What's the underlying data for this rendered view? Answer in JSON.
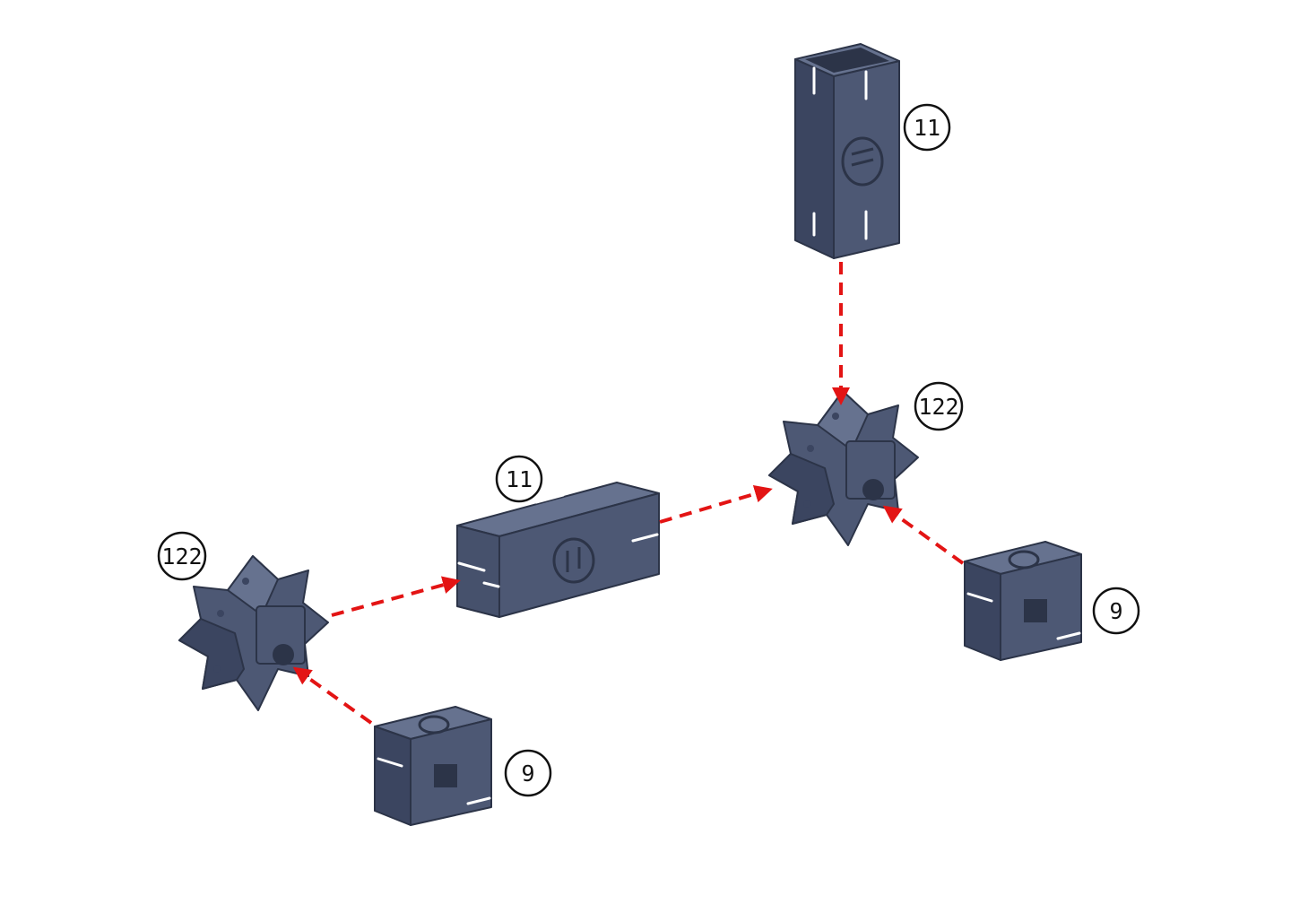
{
  "colors": {
    "part_fill": "#4d5874",
    "part_dark": "#3b4560",
    "part_light": "#66728f",
    "part_edge": "#2c3448",
    "arrow": "#e31414",
    "callout_stroke": "#111111"
  },
  "parts": [
    {
      "id": "tube-vertical",
      "kind": "square-tube",
      "label": "11"
    },
    {
      "id": "tube-horizontal",
      "kind": "square-tube",
      "label": "11"
    },
    {
      "id": "hub-right",
      "kind": "star-hub",
      "label": "122"
    },
    {
      "id": "hub-left",
      "kind": "star-hub",
      "label": "122"
    },
    {
      "id": "block-right",
      "kind": "short-block",
      "label": "9"
    },
    {
      "id": "block-left",
      "kind": "short-block",
      "label": "9"
    }
  ],
  "callouts": [
    {
      "label": "11",
      "part": "tube-vertical"
    },
    {
      "label": "11",
      "part": "tube-horizontal"
    },
    {
      "label": "122",
      "part": "hub-right"
    },
    {
      "label": "122",
      "part": "hub-left"
    },
    {
      "label": "9",
      "part": "block-right"
    },
    {
      "label": "9",
      "part": "block-left"
    }
  ],
  "arrows": [
    {
      "from": "tube-vertical",
      "to": "hub-right"
    },
    {
      "from": "tube-horizontal",
      "to": "hub-right"
    },
    {
      "from": "hub-left",
      "to": "tube-horizontal"
    },
    {
      "from": "block-right",
      "to": "hub-right"
    },
    {
      "from": "block-left",
      "to": "hub-left"
    }
  ]
}
